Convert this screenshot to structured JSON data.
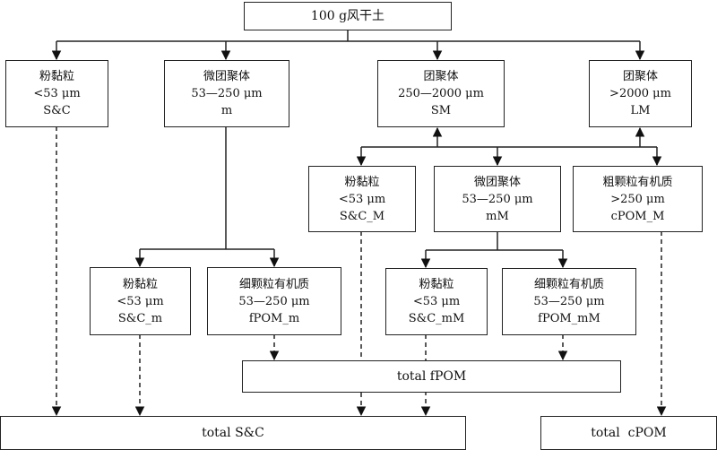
{
  "root": {
    "label": "100 g风干土"
  },
  "level1": {
    "sc": {
      "name": "粉黏粒",
      "size": "<53 μm",
      "code": "S&C"
    },
    "m": {
      "name": "微团聚体",
      "size": "53—250 μm",
      "code": "m"
    },
    "sm": {
      "name": "团聚体",
      "size": "250—2000 μm",
      "code": "SM"
    },
    "lm": {
      "name": "团聚体",
      "size": ">2000 μm",
      "code": "LM"
    }
  },
  "level2": {
    "sc_M": {
      "name": "粉黏粒",
      "size": "<53 μm",
      "code": "S&C_M"
    },
    "mM": {
      "name": "微团聚体",
      "size": "53—250 μm",
      "code": "mM"
    },
    "cpom_M": {
      "name": "粗颗粒有机质",
      "size": ">250 μm",
      "code": "cPOM_M"
    }
  },
  "level3": {
    "sc_m": {
      "name": "粉黏粒",
      "size": "<53 μm",
      "code": "S&C_m"
    },
    "fpom_m": {
      "name": "细颗粒有机质",
      "size": "53—250 μm",
      "code": "fPOM_m"
    },
    "sc_mM": {
      "name": "粉黏粒",
      "size": "<53 μm",
      "code": "S&C_mM"
    },
    "fpom_mM": {
      "name": "细颗粒有机质",
      "size": "53—250 μm",
      "code": "fPOM_mM"
    }
  },
  "totals": {
    "fpom": "total fPOM",
    "sc": "total S&C",
    "cpom": "total  cPOM"
  },
  "colors": {
    "line": "#222222",
    "background": "#ffffff"
  }
}
